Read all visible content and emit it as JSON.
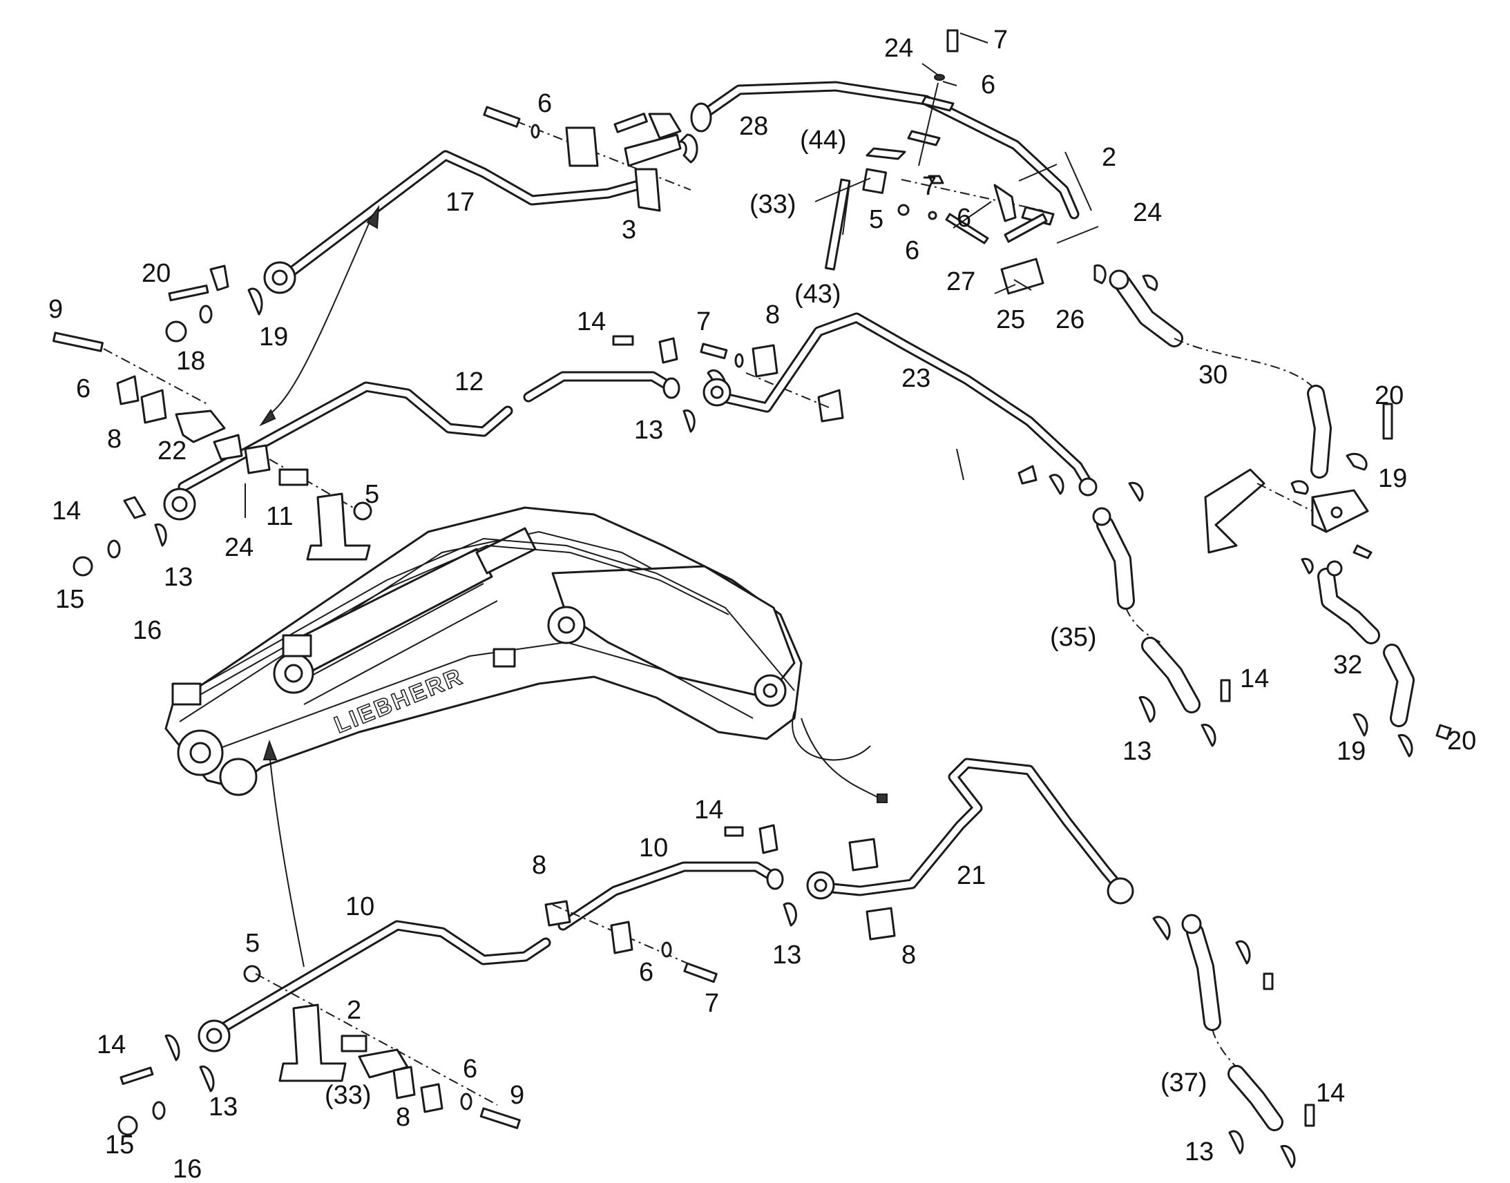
{
  "brand": "LIEBHERR",
  "labels": [
    {
      "id": "l-7a",
      "text": "7"
    },
    {
      "id": "l-24a",
      "text": "24"
    },
    {
      "id": "l-6a",
      "text": "6"
    },
    {
      "id": "l-6b",
      "text": "6"
    },
    {
      "id": "l-28",
      "text": "28"
    },
    {
      "id": "l-44",
      "text": "(44)"
    },
    {
      "id": "l-2a",
      "text": "2"
    },
    {
      "id": "l-17",
      "text": "17"
    },
    {
      "id": "l-3",
      "text": "3"
    },
    {
      "id": "l-33a",
      "text": "(33)"
    },
    {
      "id": "l-7b",
      "text": "7"
    },
    {
      "id": "l-5a",
      "text": "5"
    },
    {
      "id": "l-6c",
      "text": "6"
    },
    {
      "id": "l-24b",
      "text": "24"
    },
    {
      "id": "l-6d",
      "text": "6"
    },
    {
      "id": "l-43",
      "text": "(43)"
    },
    {
      "id": "l-27",
      "text": "27"
    },
    {
      "id": "l-25",
      "text": "25"
    },
    {
      "id": "l-26",
      "text": "26"
    },
    {
      "id": "l-20a",
      "text": "20"
    },
    {
      "id": "l-19a",
      "text": "19"
    },
    {
      "id": "l-18",
      "text": "18"
    },
    {
      "id": "l-9a",
      "text": "9"
    },
    {
      "id": "l-6e",
      "text": "6"
    },
    {
      "id": "l-14a",
      "text": "14"
    },
    {
      "id": "l-7c",
      "text": "7"
    },
    {
      "id": "l-8a",
      "text": "8"
    },
    {
      "id": "l-12",
      "text": "12"
    },
    {
      "id": "l-23",
      "text": "23"
    },
    {
      "id": "l-30",
      "text": "30"
    },
    {
      "id": "l-20b",
      "text": "20"
    },
    {
      "id": "l-8b",
      "text": "8"
    },
    {
      "id": "l-22",
      "text": "22"
    },
    {
      "id": "l-13a",
      "text": "13"
    },
    {
      "id": "l-19b",
      "text": "19"
    },
    {
      "id": "l-14b",
      "text": "14"
    },
    {
      "id": "l-5b",
      "text": "5"
    },
    {
      "id": "l-11",
      "text": "11"
    },
    {
      "id": "l-24c",
      "text": "24"
    },
    {
      "id": "l-13b",
      "text": "13"
    },
    {
      "id": "l-15a",
      "text": "15"
    },
    {
      "id": "l-16a",
      "text": "16"
    },
    {
      "id": "l-35",
      "text": "(35)"
    },
    {
      "id": "l-32",
      "text": "32"
    },
    {
      "id": "l-14c",
      "text": "14"
    },
    {
      "id": "l-13c",
      "text": "13"
    },
    {
      "id": "l-19c",
      "text": "19"
    },
    {
      "id": "l-20c",
      "text": "20"
    },
    {
      "id": "l-14d",
      "text": "14"
    },
    {
      "id": "l-10a",
      "text": "10"
    },
    {
      "id": "l-8c",
      "text": "8"
    },
    {
      "id": "l-21",
      "text": "21"
    },
    {
      "id": "l-10b",
      "text": "10"
    },
    {
      "id": "l-5c",
      "text": "5"
    },
    {
      "id": "l-6f",
      "text": "6"
    },
    {
      "id": "l-13d",
      "text": "13"
    },
    {
      "id": "l-8d",
      "text": "8"
    },
    {
      "id": "l-7d",
      "text": "7"
    },
    {
      "id": "l-2b",
      "text": "2"
    },
    {
      "id": "l-14e",
      "text": "14"
    },
    {
      "id": "l-6g",
      "text": "6"
    },
    {
      "id": "l-9b",
      "text": "9"
    },
    {
      "id": "l-33b",
      "text": "(33)"
    },
    {
      "id": "l-13e",
      "text": "13"
    },
    {
      "id": "l-8e",
      "text": "8"
    },
    {
      "id": "l-15b",
      "text": "15"
    },
    {
      "id": "l-16b",
      "text": "16"
    },
    {
      "id": "l-37",
      "text": "(37)"
    },
    {
      "id": "l-14f",
      "text": "14"
    },
    {
      "id": "l-13f",
      "text": "13"
    }
  ]
}
